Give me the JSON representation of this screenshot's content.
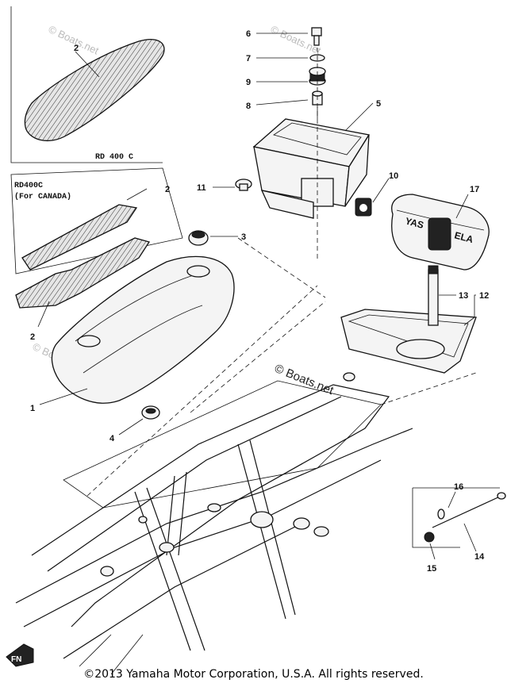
{
  "watermarks": [
    "© Boats.net",
    "© Boats.net",
    "© Boats.net",
    "© Boats.net"
  ],
  "model_labels": {
    "rd400c": "RD 400 C",
    "rd400c_canada_line1": "RD400C",
    "rd400c_canada_line2": "(For CANADA)"
  },
  "callouts": {
    "c1": "1",
    "c2a": "2",
    "c2b": "2",
    "c2c": "2",
    "c3": "3",
    "c4": "4",
    "c5": "5",
    "c6": "6",
    "c7": "7",
    "c8": "8",
    "c9": "9",
    "c10": "10",
    "c11": "11",
    "c12": "12",
    "c13": "13",
    "c14": "14",
    "c15": "15",
    "c16": "16",
    "c17": "17"
  },
  "battery_text": [
    "YAS",
    "ELA"
  ],
  "corner_logo": "FN",
  "copyright": "©2013 Yamaha Motor Corporation, U.S.A. All rights reserved."
}
